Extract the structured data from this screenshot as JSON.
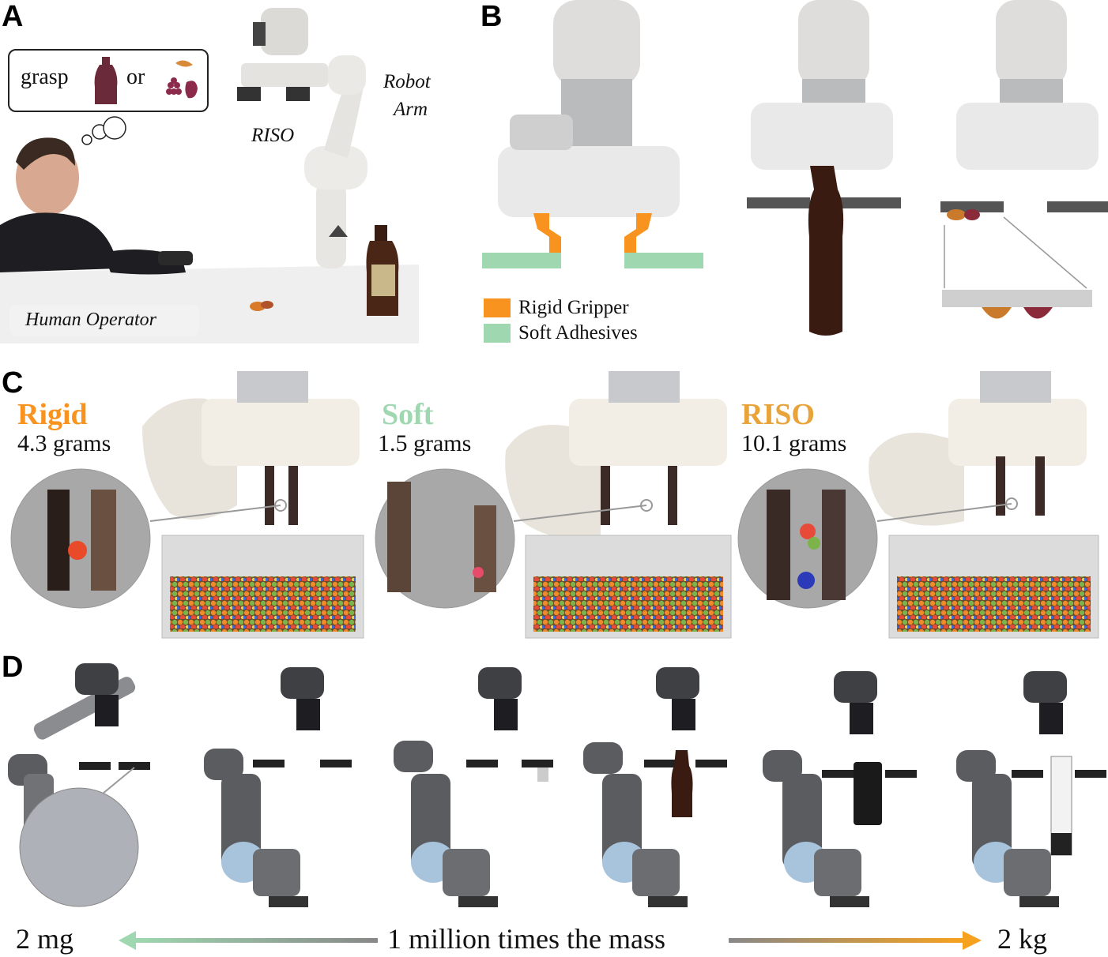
{
  "panels": {
    "a": {
      "letter": "A",
      "thought_word1": "grasp",
      "thought_word2": "or",
      "riso_label": "RISO",
      "robot_arm_label_line1": "Robot",
      "robot_arm_label_line2": "Arm",
      "operator_label": "Human Operator"
    },
    "b": {
      "letter": "B",
      "legend": [
        {
          "label": "Rigid Gripper",
          "color": "#f7931e"
        },
        {
          "label": "Soft Adhesives",
          "color": "#9fd8b0"
        }
      ]
    },
    "c": {
      "letter": "C",
      "cases": [
        {
          "name": "Rigid",
          "mass": "4.3 grams",
          "color": "#f7931e"
        },
        {
          "name": "Soft",
          "mass": "1.5 grams",
          "color": "#9fd8b0"
        },
        {
          "name": "RISO",
          "mass": "10.1 grams",
          "color": "#e8a33a"
        }
      ]
    },
    "d": {
      "letter": "D",
      "left_mass": "2 mg",
      "center_text": "1 million times the mass",
      "right_mass": "2 kg"
    }
  },
  "colors": {
    "rigid": "#f7931e",
    "soft": "#9fd8b0",
    "arrow_left": "#9fd8b0",
    "arrow_right": "#f7a21e"
  }
}
